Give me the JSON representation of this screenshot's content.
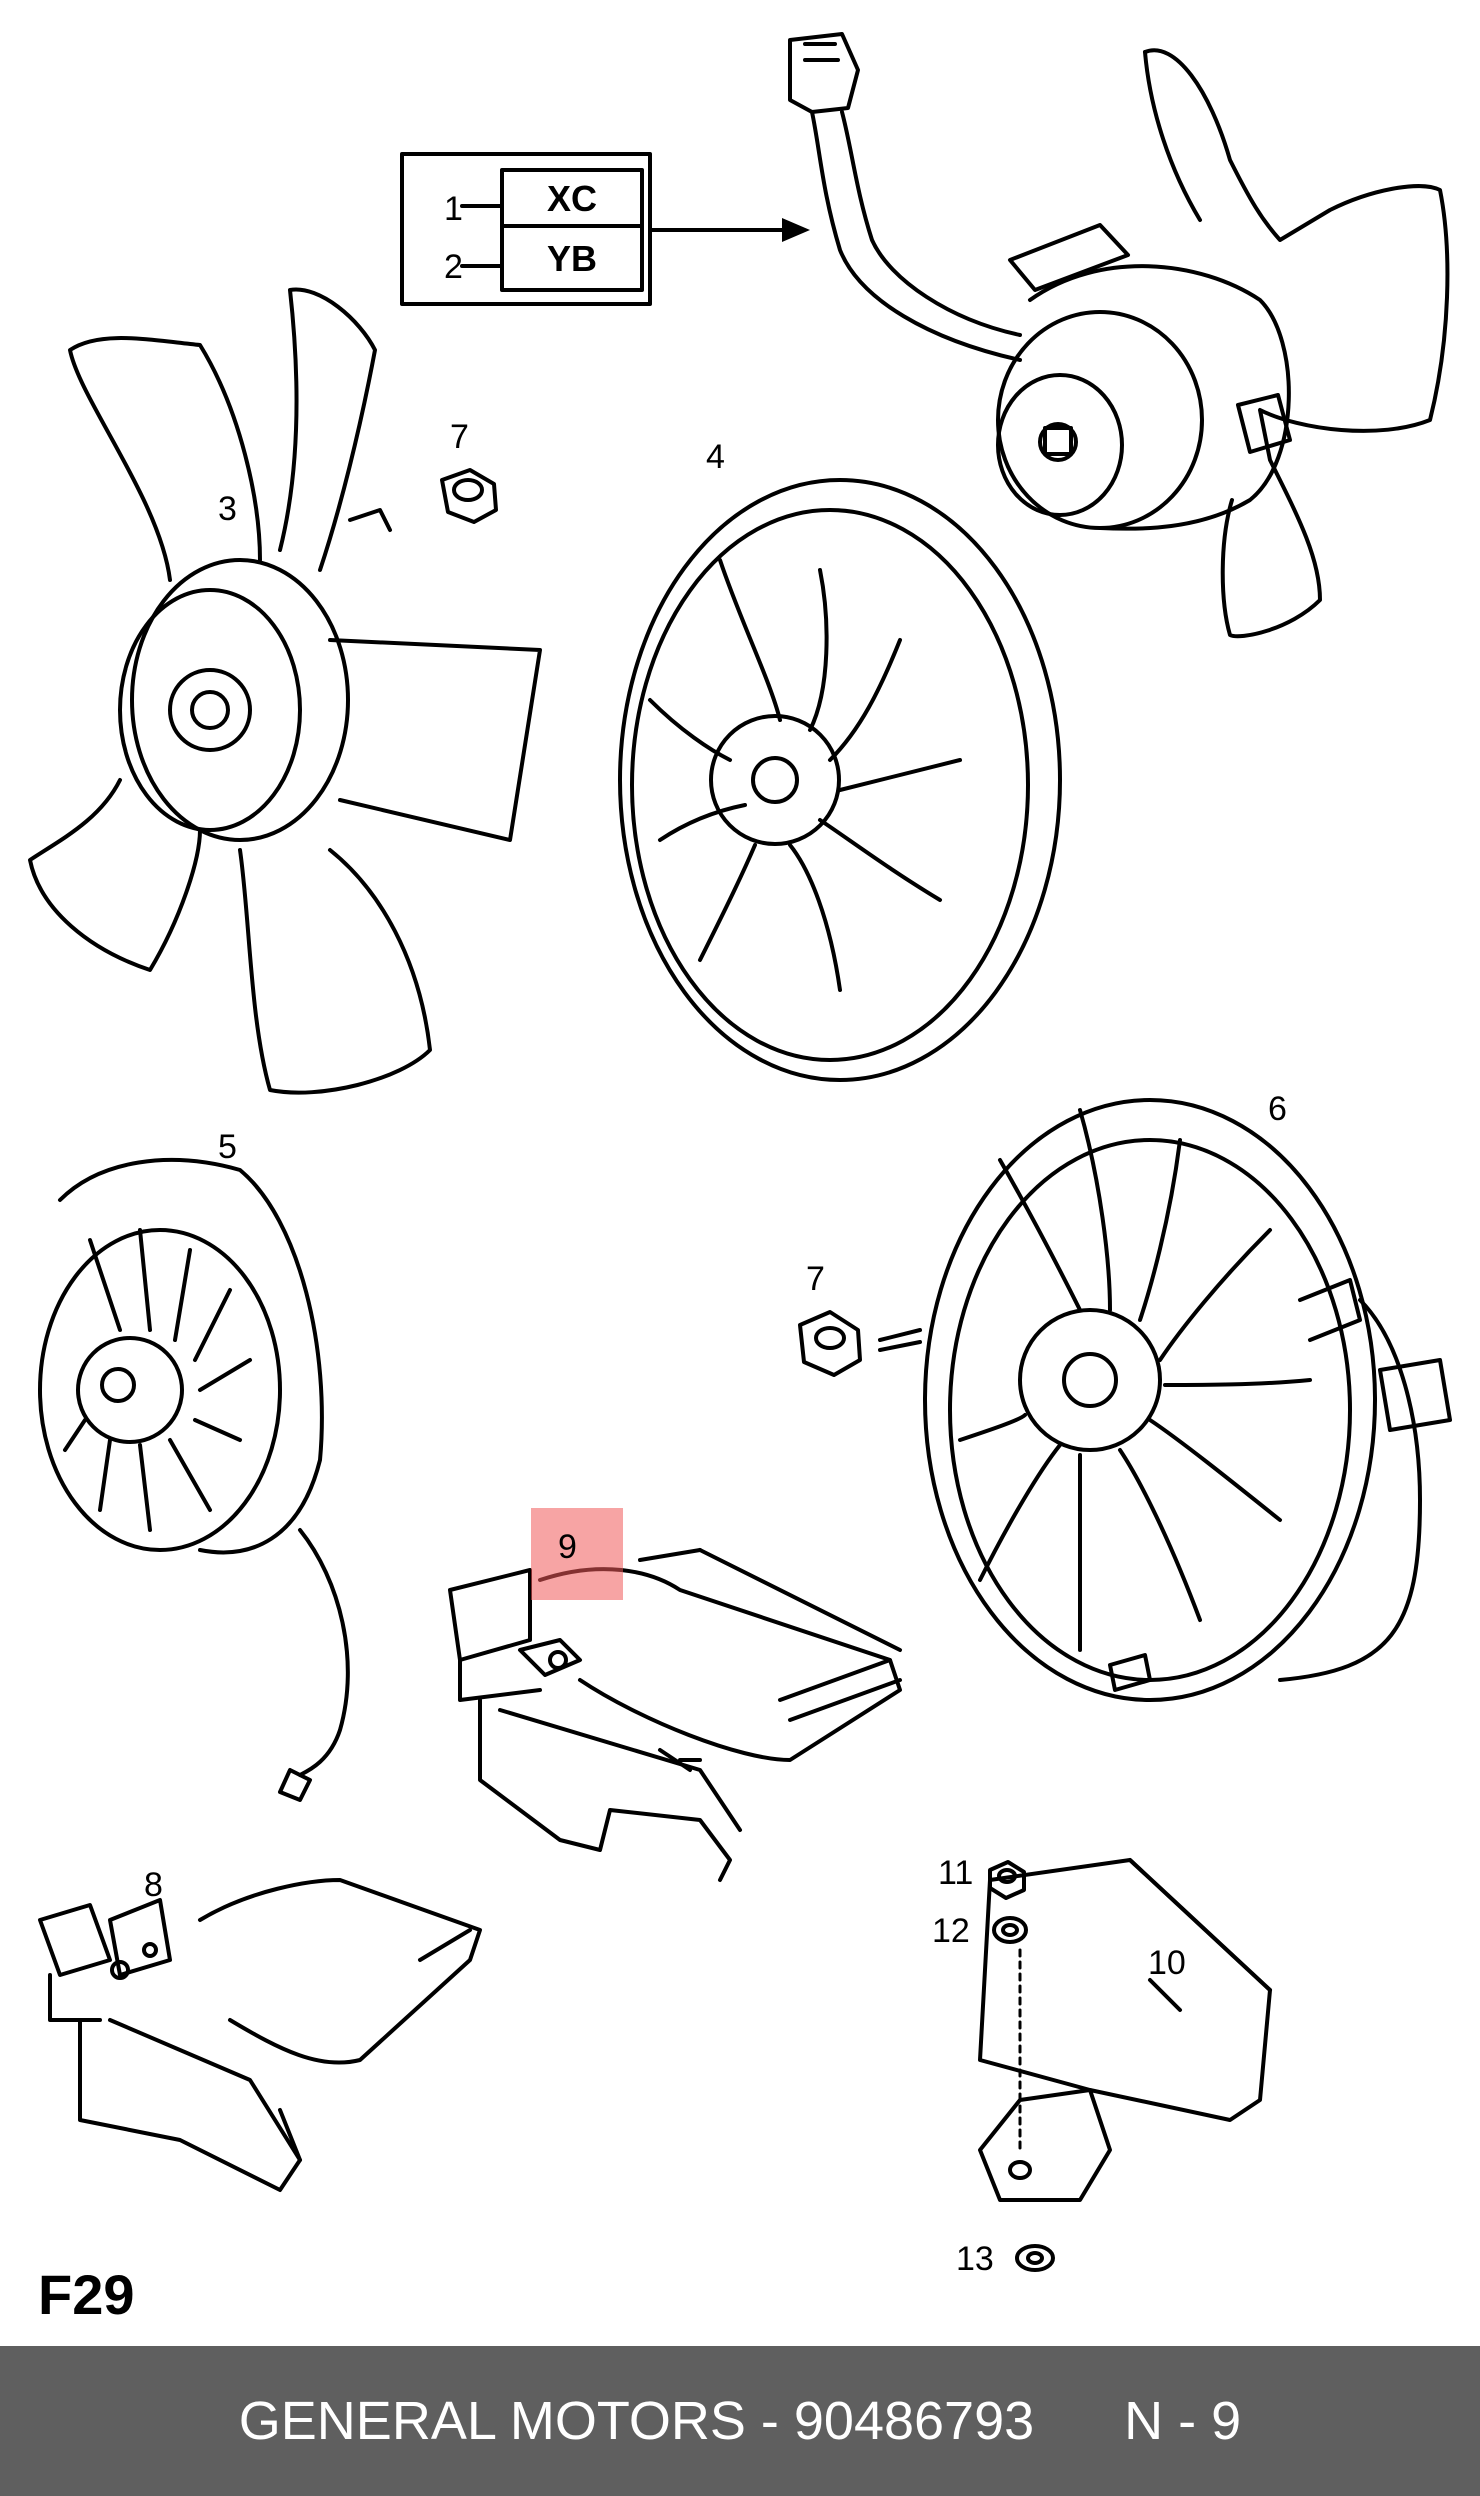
{
  "diagram": {
    "figure_label": "F29",
    "connector_table": {
      "rows": [
        {
          "pin": "1",
          "code": "XC"
        },
        {
          "pin": "2",
          "code": "YB"
        }
      ]
    },
    "callouts": {
      "c3": "3",
      "c4": "4",
      "c5": "5",
      "c6": "6",
      "c7a": "7",
      "c7b": "7",
      "c8": "8",
      "c9": "9",
      "c10": "10",
      "c11": "11",
      "c12": "12",
      "c13": "13"
    },
    "highlight_color": "#f05a5a"
  },
  "footer": {
    "brand": "GENERAL MOTORS",
    "separator": " - ",
    "part_number": "90486793",
    "position": "N - 9",
    "background": "#5f5f5f"
  }
}
